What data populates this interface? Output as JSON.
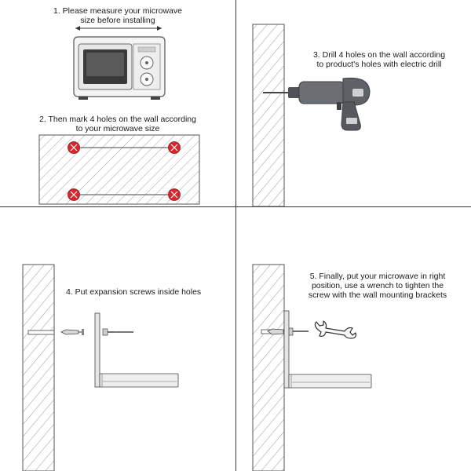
{
  "steps": {
    "s1": {
      "line1": "1. Please measure your microwave",
      "line2": "size before installing"
    },
    "s2": {
      "line1": "2. Then mark 4 holes on the wall according",
      "line2": "to your microwave size"
    },
    "s3": {
      "line1": "3. Drill 4 holes on the wall according",
      "line2": "to product's holes with electric drill"
    },
    "s4": {
      "line1": "4. Put expansion screws inside holes"
    },
    "s5": {
      "line1": "5. Finally, put your microwave in right",
      "line2": "position, use a wrench to tighten the",
      "line3": "screw with the wall mounting brackets"
    }
  },
  "colors": {
    "mark": "#d7262e",
    "drill": "#6b6e73",
    "line": "#333333",
    "hatch": "#888888"
  }
}
